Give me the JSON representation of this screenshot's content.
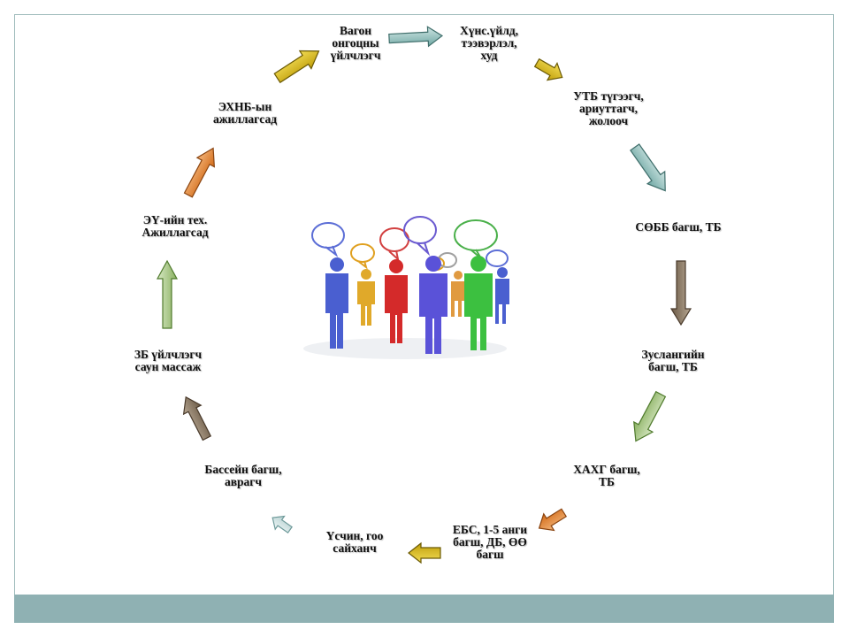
{
  "diagram": {
    "nodes": [
      {
        "id": "n1",
        "text": "Вагон\nонгоцны\nүйлчлэгч"
      },
      {
        "id": "n2",
        "text": "Хүнс.үйлд,\nтээвэрлэл,\nхуд"
      },
      {
        "id": "n3",
        "text": "УТБ түгээгч,\nариуттагч,\nжолооч"
      },
      {
        "id": "n4",
        "text": "СӨББ багш, ТБ"
      },
      {
        "id": "n5",
        "text": "Зуслангийн\nбагш, ТБ"
      },
      {
        "id": "n6",
        "text": "ХАХГ багш,\nТБ"
      },
      {
        "id": "n7",
        "text": "ЕБС, 1-5 анги\nбагш, ДБ, ӨӨ\nбагш"
      },
      {
        "id": "n8",
        "text": "Үсчин, гоо\nсайханч"
      },
      {
        "id": "n9",
        "text": "Бассейн багш,\naврагч"
      },
      {
        "id": "n10",
        "text": "ЗБ үйлчлэгч\nсаун массаж"
      },
      {
        "id": "n11",
        "text": "ЭҮ-ийн тех.\nАжиллагсад"
      },
      {
        "id": "n12",
        "text": "ЭХНБ-ын\nажиллагсад"
      }
    ],
    "arrow_colors": {
      "teal": "#7fb3b0",
      "gold": "#d4b312",
      "brown": "#7a6652",
      "green": "#9cbf78",
      "orange": "#e07f2c",
      "light_teal": "#c5dcdc"
    },
    "footer_color": "#8fb1b3",
    "center_image": "people-with-speech-bubbles"
  }
}
